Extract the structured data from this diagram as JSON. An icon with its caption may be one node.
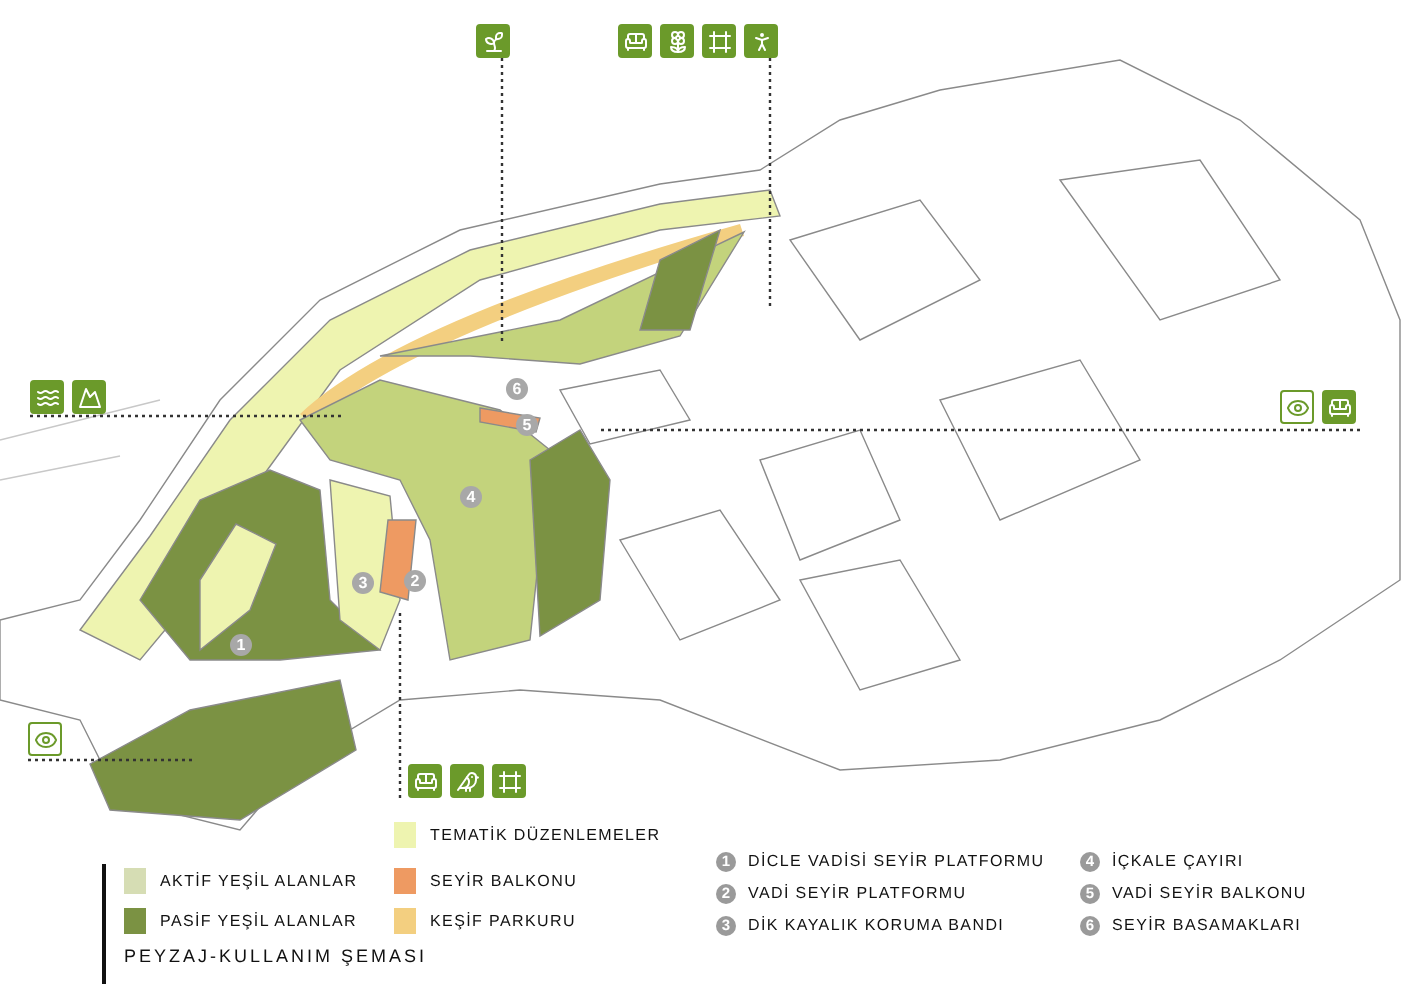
{
  "diagram": {
    "title": "PEYZAJ-KULLANIM ŞEMASI",
    "nodes": [
      {
        "text": [],
        "shape": "box"
      },
      {
        "text": [],
        "shape": "box"
      },
      {
        "text": [],
        "shape": "box"
      },
      {
        "text": [],
        "shape": "box"
      },
      {
        "text": [],
        "shape": "box"
      },
      {
        "text": [],
        "shape": "box"
      }
    ],
    "edges": [
      {
        "from": 0,
        "to": null,
        "arrow": "none",
        "style": "dashed"
      },
      {
        "from": 1,
        "to": null,
        "arrow": "none",
        "style": "dashed"
      },
      {
        "from": 2,
        "to": null,
        "arrow": "none",
        "style": "dashed"
      },
      {
        "from": 3,
        "to": null,
        "arrow": "none",
        "style": "dashed"
      },
      {
        "from": 4,
        "to": null,
        "arrow": "none",
        "style": "dashed"
      },
      {
        "from": 5,
        "to": null,
        "arrow": "none",
        "style": "dashed"
      }
    ],
    "labels": [
      "6",
      "5",
      "4",
      "3",
      "2",
      "1",
      "1",
      "DİCLE VADİSİ SEYİR PLATFORMU",
      "2",
      "VADİ SEYİR PLATFORMU",
      "3",
      "DİK KAYALIK KORUMA BANDI",
      "4",
      "İÇKALE ÇAYIRI",
      "5",
      "VADİ SEYİR BALKONU",
      "6",
      "SEYİR BASAMAKLARI"
    ],
    "legend": [
      {
        "text": "TEMATİK DÜZENLEMELER",
        "color": "#eef4b0"
      },
      {
        "text": "AKTİF YEŞİL ALANLAR",
        "color": "#d6ddb4"
      },
      {
        "text": "SEYİR BALKONU",
        "color": "#ee9a62"
      },
      {
        "text": "PASİF YEŞİL ALANLAR",
        "color": "#7b9243"
      },
      {
        "text": "KEŞİF PARKURU",
        "color": "#f3cf80"
      }
    ]
  }
}
